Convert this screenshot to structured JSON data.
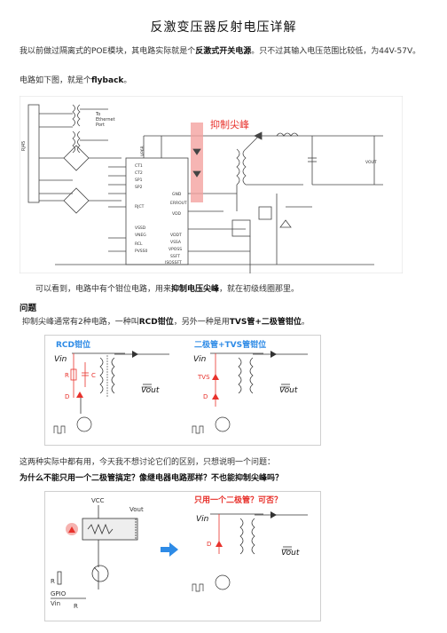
{
  "page_title": "反激变压器反射电压详解",
  "intro": {
    "text_a": "我以前做过隔离式的POE模块，其电路实际就是个",
    "bold": "反激式开关电源",
    "text_b": "。只不过其输入电压范围比较低，为44V-57V。"
  },
  "circuit_line": {
    "text": "电路如下图，就是个",
    "bold": "flyback",
    "tail": "。"
  },
  "figure1": {
    "rj45": "RJ45",
    "to_port": "To\nEthernet\nPort",
    "chip_pins_left": [
      "CT1",
      "CT2",
      "SP1",
      "SP2",
      "RJCT",
      "VSSD",
      "VNEG",
      "RCL",
      "PVSS0"
    ],
    "chip_pins_right": [
      "GND",
      "ERROUT",
      "VDD",
      "VDDT",
      "VSSA",
      "VPOSS",
      "SSFT",
      "ISOSSFT"
    ],
    "chip_name": "VP6R",
    "annotation": "抑制尖峰",
    "vout": "VOUT"
  },
  "caption1": {
    "text_a": "可以看到，电路中有个钳位电路，用来",
    "bold": "抑制电压尖峰",
    "text_b": "，就在初级线圈那里。"
  },
  "section_title": "问题",
  "problem": {
    "text_a": "抑制尖峰通常有2种电路，一种叫",
    "bold_a": "RCD钳位",
    "text_b": "，另外一种是用",
    "bold_b": "TVS管+二极管钳位",
    "text_c": "。"
  },
  "figure2": {
    "left_title": "RCD钳位",
    "right_title": "二极管+TVS管钳位",
    "vin": "Vin",
    "vout": "Vout",
    "r": "R",
    "c": "C",
    "d": "D",
    "tvs": "TVS"
  },
  "line3": "这两种实际中都有用，今天我不想讨论它们的区别，只想说明一个问题：",
  "question": "为什么不能只用一个二极管搞定？像继电器电路那样？不也能抑制尖峰吗？",
  "figure3": {
    "vcc": "VCC",
    "vout_relay": "Vout",
    "r": "R",
    "gpio": "GPIO",
    "vin_label": "Vin",
    "right_title": "只用一个二极管？可否？",
    "vin": "Vin",
    "vout": "Vout",
    "d": "D"
  },
  "colors": {
    "red": "#e8322c",
    "blue": "#2e8be6",
    "gray": "#555"
  }
}
